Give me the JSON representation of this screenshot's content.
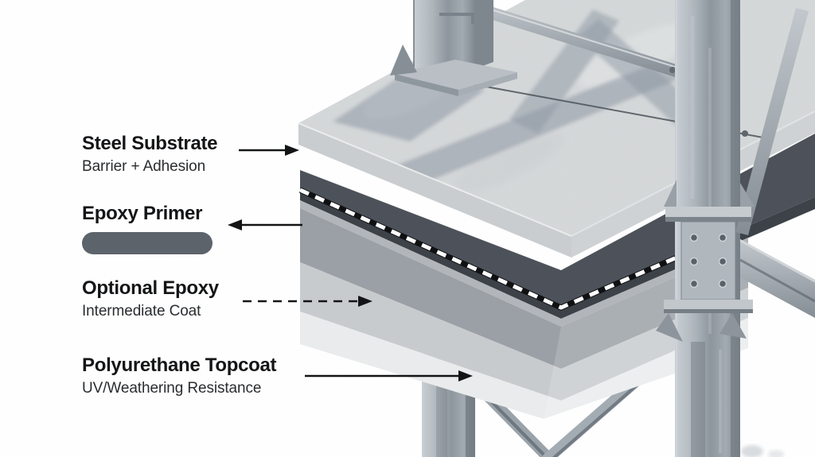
{
  "diagram": {
    "labels": [
      {
        "id": "steel-substrate",
        "title": "Steel Substrate",
        "subtitle": "Barrier + Adhesion",
        "arrow": "solid-right"
      },
      {
        "id": "epoxy-primer",
        "title": "Epoxy Primer",
        "subtitle": "",
        "arrow": "solid-left"
      },
      {
        "id": "optional-epoxy",
        "title": "Optional Epoxy",
        "subtitle": "Intermediate Coat",
        "arrow": "dashed-right"
      },
      {
        "id": "polyurethane-topcoat",
        "title": "Polyurethane Topcoat",
        "subtitle": "UV/Weathering Resistance",
        "arrow": "solid-right"
      }
    ],
    "colors": {
      "background": "#ffffff",
      "concrete": "#d6d9da",
      "dark_layer_top": "#4d525a",
      "dark_layer_front": "#3d4249",
      "medium_layer_top": "#b2b6ba",
      "medium_layer": "#9aa0a6",
      "light_layer": "#c8cbce",
      "lightest_layer": "#e9ebec",
      "primer_swatch": "#5d636b",
      "steel": "#9aa2aa",
      "arrow": "#131416",
      "title_text": "#141517",
      "subtitle_text": "#2a2d30"
    }
  }
}
